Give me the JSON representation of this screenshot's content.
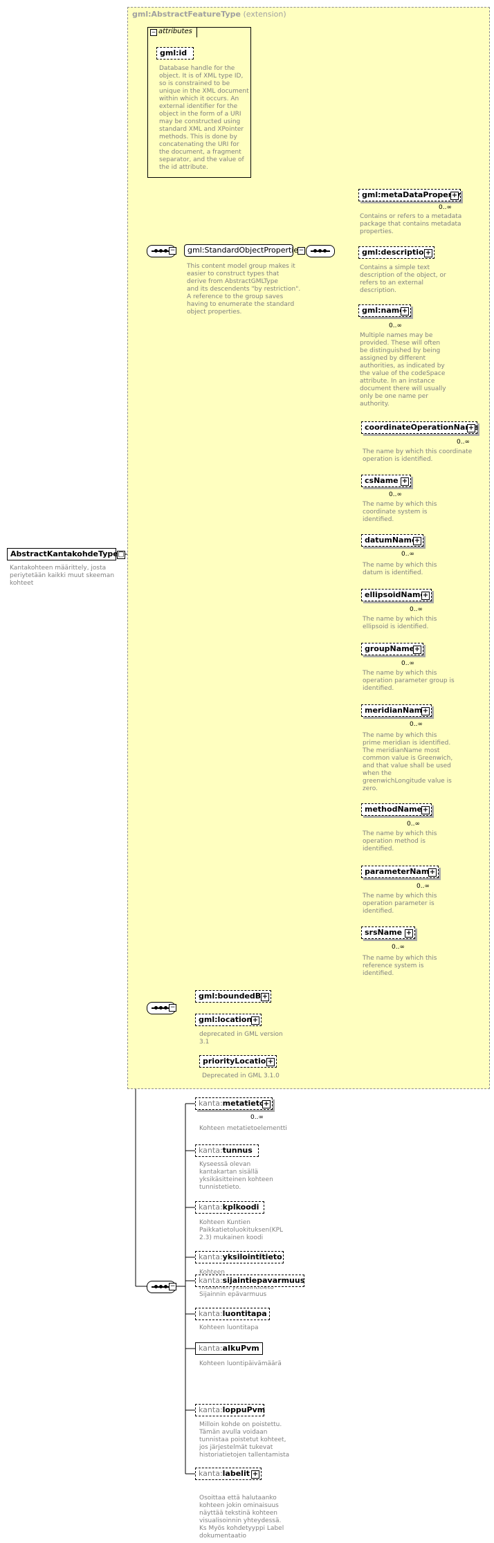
{
  "root": {
    "label": "AbstractKantakohdeType",
    "desc": "Kantakohteen määrittely, josta\nperiytetään kaikki muut skeeman\nkohteet"
  },
  "extension": {
    "name": "gml:AbstractFeatureType",
    "suffix": "(extension)"
  },
  "attributes": {
    "title": "attributes",
    "gml_id": "gml:id",
    "gml_id_desc": "Database handle for the\nobject.  It is of XML type ID,\nso is constrained to be\nunique in the XML document\nwithin which it occurs.  An\nexternal identifier for the\nobject in the form of a URI\nmay be constructed using\nstandard XML and XPointer\nmethods.  This is done by\nconcatenating the URI for\nthe document, a fragment\nseparator, and the value of\nthe id attribute."
  },
  "standard_props": {
    "label": "gml:StandardObjectProperties",
    "desc": "This content model group makes it\neasier to construct types that\n      derive from AbstractGMLType\nand its descendents \"by restriction\".\n      A reference to the group saves\nhaving to enumerate the standard\nobject properties."
  },
  "std_elements": [
    {
      "label": "gml:metaDataProperty",
      "occ": "0..∞",
      "desc": "Contains or refers to a metadata\npackage that contains metadata\nproperties."
    },
    {
      "label": "gml:description",
      "occ": "",
      "desc": "Contains a simple text\ndescription of the object, or\nrefers to an external\ndescription."
    },
    {
      "label": "gml:name",
      "occ": "0..∞",
      "desc": "Multiple names may be\nprovided.  These will often\nbe distinguished by being\nassigned by different\nauthorities, as indicated by\nthe value of the codeSpace\nattribute.  In an instance\ndocument there will usually\nonly be one name per\nauthority."
    }
  ],
  "name_subs": [
    {
      "label": "coordinateOperationName",
      "occ": "0..∞",
      "desc": "The name by which this coordinate\noperation is identified."
    },
    {
      "label": "csName",
      "occ": "0..∞",
      "desc": "The name by which this\ncoordinate system is\nidentified."
    },
    {
      "label": "datumName",
      "occ": "0..∞",
      "desc": "The name by which this\ndatum is identified."
    },
    {
      "label": "ellipsoidName",
      "occ": "0..∞",
      "desc": "The name by which this\nellipsoid is identified."
    },
    {
      "label": "groupName",
      "occ": "0..∞",
      "desc": "The name by which this\noperation parameter group is\nidentified."
    },
    {
      "label": "meridianName",
      "occ": "0..∞",
      "desc": "The name by which this\nprime meridian is identified.\nThe meridianName most\ncommon value is Greenwich,\nand that value shall be used\nwhen the\ngreenwichLongitude value is\nzero."
    },
    {
      "label": "methodName",
      "occ": "0..∞",
      "desc": "The name by which this\noperation method is\nidentified."
    },
    {
      "label": "parameterName",
      "occ": "0..∞",
      "desc": "The name by which this\noperation parameter is\nidentified."
    },
    {
      "label": "srsName",
      "occ": "0..∞",
      "desc": "The name by which this\nreference system is\nidentified."
    }
  ],
  "feature_props": [
    {
      "label": "gml:boundedBy",
      "desc": ""
    },
    {
      "label": "gml:location",
      "desc": "deprecated in GML version\n3.1"
    },
    {
      "label": "priorityLocation",
      "desc": "Deprecated in GML 3.1.0"
    }
  ],
  "kanta_elements": [
    {
      "ns": "kanta:",
      "name": "metatieto",
      "occ": "0..∞",
      "desc": "Kohteen metatietoelementti"
    },
    {
      "ns": "kanta:",
      "name": "tunnus",
      "occ": "",
      "desc": "Kyseessä olevan\nkantakartan sisällä\nyksikäsitteinen kohteen\ntunnistetieto."
    },
    {
      "ns": "kanta:",
      "name": "kplkoodi",
      "occ": "",
      "desc": "Kohteen Kuntien\nPaikkatietoluokituksen(KPL\n2.3) mukainen koodi"
    },
    {
      "ns": "kanta:",
      "name": "yksilointitieto",
      "occ": "",
      "desc": "Kohteen\nlähtötietojärjestelmän  tms.\nmukainen yksilöintitieto"
    },
    {
      "ns": "kanta:",
      "name": "sijaintiepavarmuus",
      "occ": "",
      "desc": "Sijainnin epävarmuus"
    },
    {
      "ns": "kanta:",
      "name": "luontitapa",
      "occ": "",
      "desc": "Kohteen luontitapa"
    },
    {
      "ns": "kanta:",
      "name": "alkuPvm",
      "occ": "",
      "desc": "Kohteen luontipäivämäärä"
    },
    {
      "ns": "kanta:",
      "name": "loppuPvm",
      "occ": "",
      "desc": "Milloin kohde on poistettu.\nTämän avulla voidaan\ntunnistaa poistetut kohteet,\njos järjestelmät tukevat\nhistoriatietojen tallentamista"
    },
    {
      "ns": "kanta:",
      "name": "labelit",
      "occ": "",
      "desc": "Osoittaa että halutaanko\nkohteen jokin ominaisuus\nnäyttää tekstinä kohteen\nvisualisoinnin yhteydessä.\n  Ks Myös kohdetyyppi Label\ndokumentaatio"
    }
  ]
}
